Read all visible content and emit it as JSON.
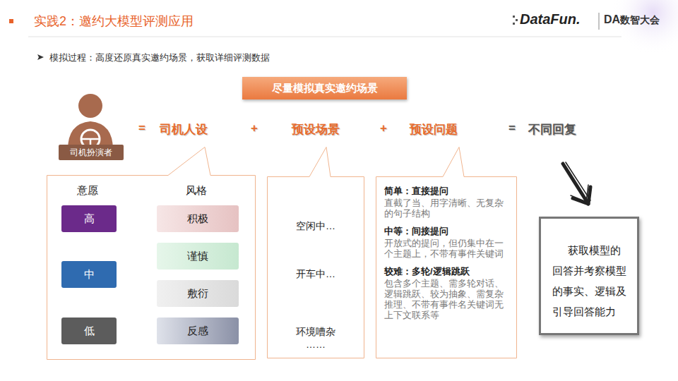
{
  "diagram": {
    "title": "实践2：邀约大模型评测应用",
    "nodes": [
      {
        "text": [
          "尽量模拟真实邀约场景"
        ]
      },
      {
        "text": [
          "司机扮演者"
        ]
      },
      {
        "text": [
          "意愿",
          "风格"
        ]
      },
      {
        "text": [
          "高"
        ],
        "in": 2
      },
      {
        "text": [
          "中"
        ],
        "in": 2
      },
      {
        "text": [
          "低"
        ],
        "in": 2
      },
      {
        "text": [
          "积极"
        ],
        "in": 2
      },
      {
        "text": [
          "谨慎"
        ],
        "in": 2
      },
      {
        "text": [
          "敷衍"
        ],
        "in": 2
      },
      {
        "text": [
          "反感"
        ],
        "in": 2
      },
      {
        "text": [
          "空闲中…",
          "开车中…",
          "环境嘈杂",
          "……"
        ]
      },
      {
        "text": [
          "简单：直接提问",
          "直截了当、用字清晰、无复杂的句子结构",
          "中等：间接提问",
          "开放式的提问，但仍集中在一个主题上，不带有事件关键词",
          "较难：多轮/逻辑跳跃",
          "包含多个主题、需多轮对话、逻辑跳跃、较为抽象、需复杂推理、不带有事件名关键词无上下文联系等"
        ]
      },
      {
        "text": [
          "获取模型的回答并考察模型的事实、逻辑及引导回答能力"
        ]
      }
    ],
    "edges": [
      {
        "from": 3,
        "to": 6,
        "arrow": "none"
      },
      {
        "from": 3,
        "to": 7,
        "arrow": "none"
      },
      {
        "from": 4,
        "to": 7,
        "arrow": "none"
      },
      {
        "from": 4,
        "to": 8,
        "arrow": "none"
      },
      {
        "from": 5,
        "to": 7,
        "arrow": "none"
      },
      {
        "from": 5,
        "to": 8,
        "arrow": "none"
      },
      {
        "from": 5,
        "to": 9,
        "arrow": "none"
      }
    ],
    "labels": [
      "DataFun.",
      "DA",
      "数智大会",
      "模拟过程：高度还原真实邀约场景，获取详细评测数据",
      "=",
      "司机人设",
      "+",
      "预设场景",
      "+",
      "预设问题",
      "=",
      "不同回复"
    ]
  }
}
